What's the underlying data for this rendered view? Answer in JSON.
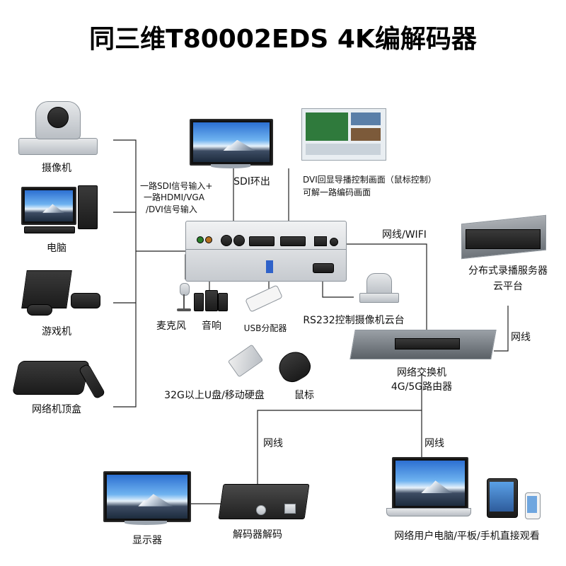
{
  "title": "同三维T80002EDS 4K编解码器",
  "inputs": {
    "camera": "摄像机",
    "pc": "电脑",
    "game": "游戏机",
    "stb": "网络机顶盒",
    "signal_note": [
      "一路SDI信号输入+",
      "一路HDMI/VGA",
      "/DVI信号输入"
    ]
  },
  "outputs": {
    "sdi_loop": "SDI环出",
    "dvi_note": [
      "DVI回显导播控制画面（鼠标控制）",
      "可解一路编码画面"
    ]
  },
  "audio": {
    "mic": "麦克风",
    "speaker": "音响"
  },
  "usb": {
    "hub": "USB分配器",
    "disk": "32G以上U盘/移动硬盘",
    "mouse": "鼠标"
  },
  "rs232": "RS232控制摄像机云台",
  "network": {
    "cable_wifi": "网线/WIFI",
    "server": [
      "分布式录播服务器",
      "云平台"
    ],
    "cable": "网线",
    "switch": [
      "网络交换机",
      "4G/5G路由器"
    ],
    "cable_left": "网线",
    "cable_right": "网线"
  },
  "decode": {
    "display": "显示器",
    "decoder": "解码器解码",
    "clients": "网络用户电脑/平板/手机直接观看"
  },
  "colors": {
    "line": "#222222",
    "device_silver": "#c9cdd2",
    "text": "#111111"
  }
}
